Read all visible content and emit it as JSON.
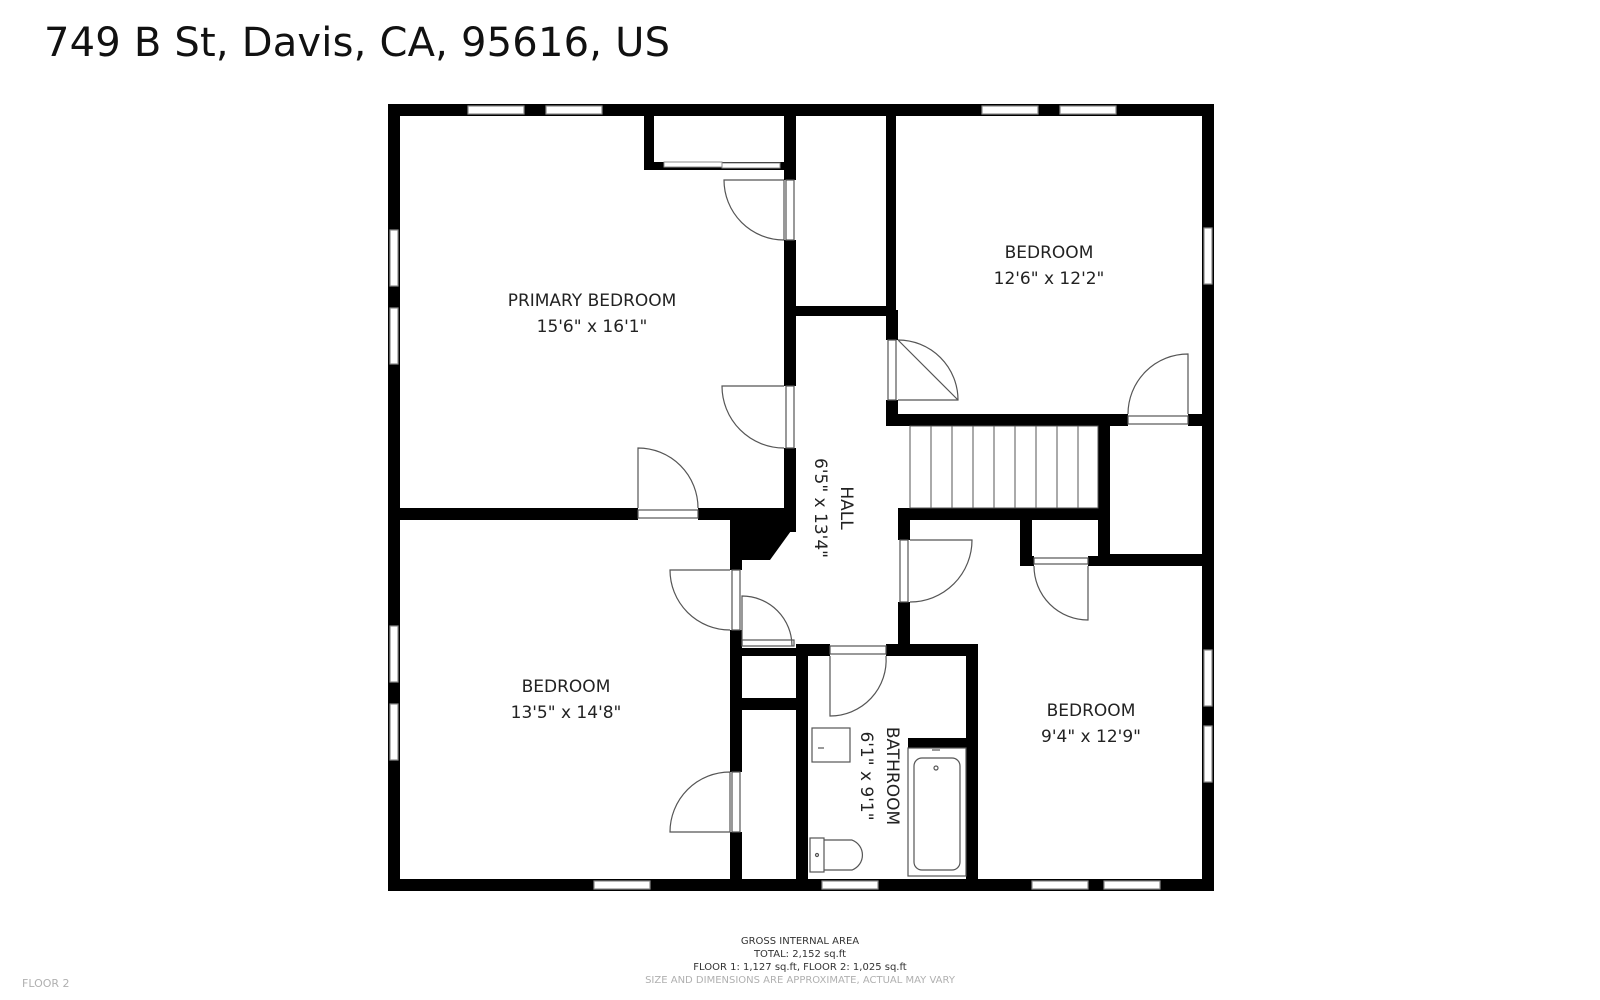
{
  "address": "749 B St, Davis, CA, 95616, US",
  "rooms": {
    "primary_bedroom": {
      "name": "PRIMARY BEDROOM",
      "dims": "15'6\" x 16'1\""
    },
    "bedroom_ne": {
      "name": "BEDROOM",
      "dims": "12'6\" x 12'2\""
    },
    "hall": {
      "name": "HALL",
      "dims": "6'5\" x 13'4\""
    },
    "bedroom_sw": {
      "name": "BEDROOM",
      "dims": "13'5\" x 14'8\""
    },
    "bathroom": {
      "name": "BATHROOM",
      "dims": "6'1\" x 9'1\""
    },
    "bedroom_se": {
      "name": "BEDROOM",
      "dims": "9'4\" x 12'9\""
    }
  },
  "gross_area": {
    "title": "GROSS INTERNAL AREA",
    "total": "TOTAL: 2,152 sq.ft",
    "floors": "FLOOR 1: 1,127 sq.ft, FLOOR 2: 1,025 sq.ft",
    "disclaimer": "SIZE AND DIMENSIONS ARE APPROXIMATE, ACTUAL MAY VARY"
  },
  "floor_label": "FLOOR 2",
  "colors": {
    "wall": "#000000",
    "window_frame": "#9a9a9a",
    "fixture": "#555555"
  }
}
